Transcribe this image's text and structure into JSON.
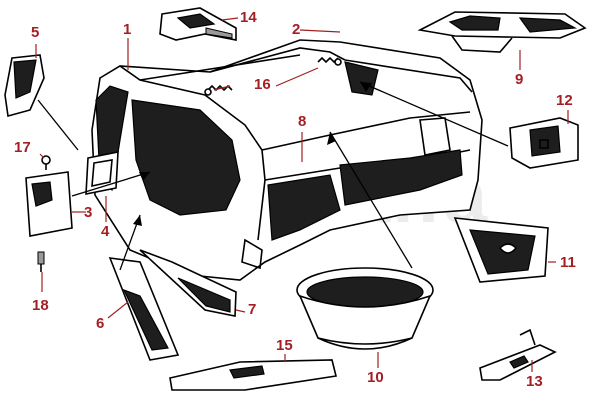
{
  "callouts": {
    "c1": "1",
    "c2": "2",
    "c3": "3",
    "c4": "4",
    "c5": "5",
    "c6": "6",
    "c7": "7",
    "c8": "8",
    "c9": "9",
    "c10": "10",
    "c11": "11",
    "c12": "12",
    "c13": "13",
    "c14": "14",
    "c15": "15",
    "c16": "16",
    "c17": "17",
    "c18": "18"
  },
  "watermark": "myalfa",
  "colors": {
    "callout": "#a31f24",
    "line": "#000000",
    "background": "#ffffff"
  }
}
